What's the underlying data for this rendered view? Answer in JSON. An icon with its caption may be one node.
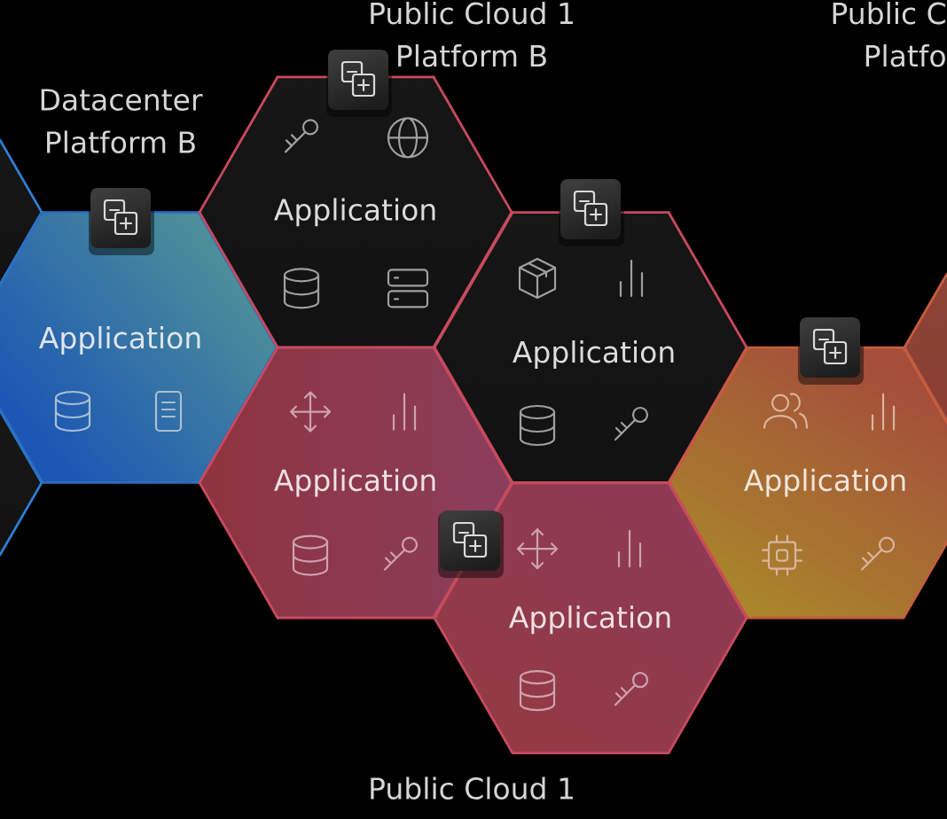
{
  "diagram": {
    "nodes": [
      {
        "text": [],
        "shape": "hexagon"
      },
      {
        "text": [
          "Application"
        ]
      },
      {
        "text": [
          "Application"
        ]
      },
      {
        "text": [
          "Application"
        ]
      },
      {
        "text": [],
        "shape": "hexagon"
      },
      {
        "text": [],
        "shape": "hexagon"
      },
      {
        "text": [
          "Application"
        ]
      },
      {
        "text": [
          "Application"
        ]
      },
      {
        "text": [
          "Application"
        ]
      }
    ],
    "labels": [
      "Public Cloud 1 Platform B",
      "Public C Platfo",
      "Datacenter Platform B",
      "Public Cloud 1"
    ]
  }
}
